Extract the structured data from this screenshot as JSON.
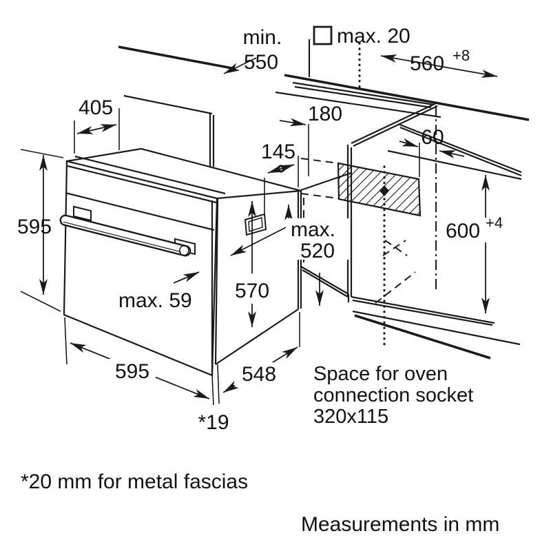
{
  "diagram": {
    "labels": {
      "worktop_depth": {
        "line1": "min.",
        "line2": "550"
      },
      "wall_gap": "max. 20",
      "niche_width": {
        "value": "560",
        "tolerance": "+8"
      },
      "top_clearance": "405",
      "oven_front_height": "595",
      "socket_top_distance": "180",
      "vent_distance": "145",
      "socket_side_distance": "60",
      "niche_height": {
        "value": "600",
        "tolerance": "+4"
      },
      "socket_max_height": {
        "line1": "max.",
        "line2": "520"
      },
      "body_height": "570",
      "door_protrusion": "max. 59",
      "oven_width": "595",
      "oven_depth": "548",
      "fascia_gap": "*19"
    },
    "notes": {
      "socket_line1": "Space for oven",
      "socket_line2": "connection socket",
      "socket_line3": "320x115",
      "fascia_note": "*20 mm for metal fascias",
      "units_note": "Measurements in mm"
    },
    "colors": {
      "line": "#1a1a1a",
      "background": "#ffffff"
    }
  }
}
